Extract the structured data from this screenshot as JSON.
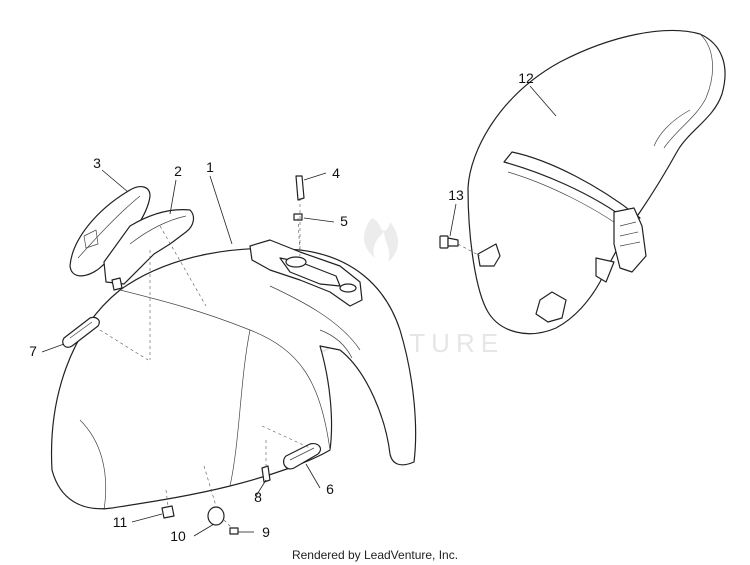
{
  "callouts": [
    "1",
    "2",
    "3",
    "4",
    "5",
    "6",
    "7",
    "8",
    "9",
    "10",
    "11",
    "12",
    "13"
  ],
  "watermark": "LEADVENTURE",
  "footer": "Rendered by LeadVenture, Inc."
}
